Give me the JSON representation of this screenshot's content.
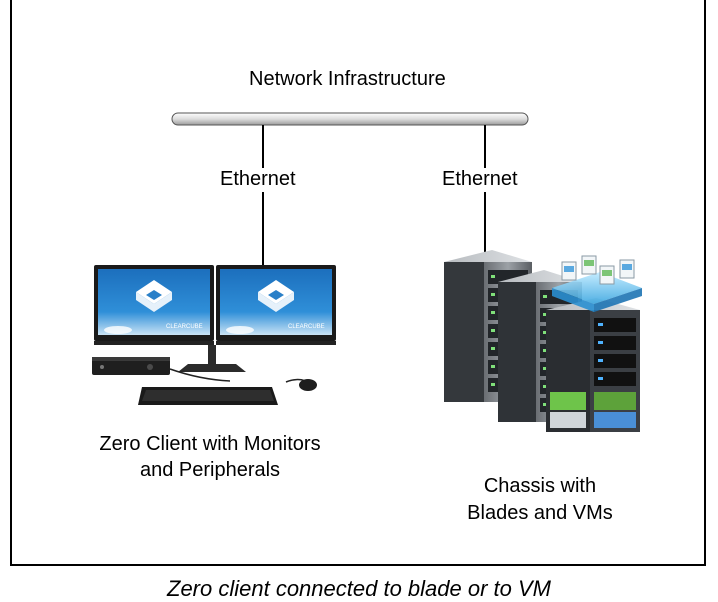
{
  "diagram": {
    "network_label": "Network Infrastructure",
    "left_link_label": "Ethernet",
    "right_link_label": "Ethernet",
    "zero_client_label_line1": "Zero Client with Monitors",
    "zero_client_label_line2": "and Peripherals",
    "chassis_label_line1": "Chassis with",
    "chassis_label_line2": "Blades and VMs",
    "monitor_brand": "CLEARCUBE"
  },
  "caption": "Zero client connected to blade or to VM"
}
